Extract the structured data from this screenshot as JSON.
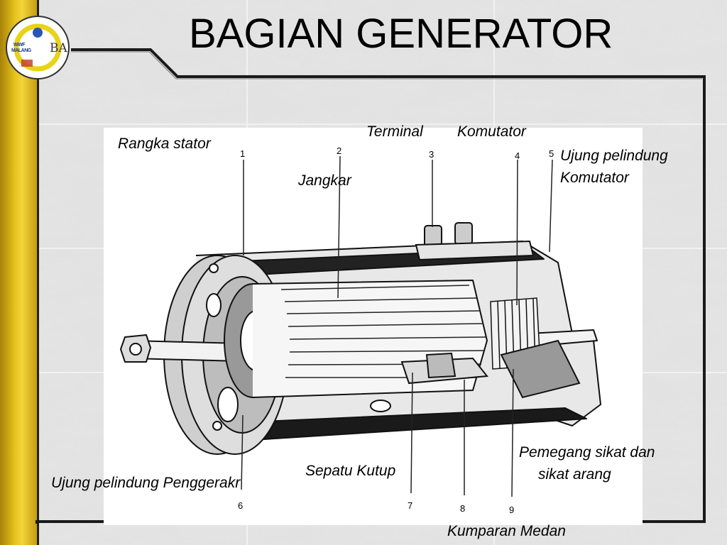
{
  "slide": {
    "title": "BAGIAN GENERATOR",
    "logo": {
      "badge": "WWF MALANG",
      "initials": "BA"
    }
  },
  "colors": {
    "accent_bar": "#e6c21c",
    "frame_border": "#1a1a1a",
    "diagram_bg": "#ffffff"
  },
  "diagram": {
    "labels": [
      {
        "id": "rangka-stator",
        "text": "Rangka stator"
      },
      {
        "id": "jangkar",
        "text": "Jangkar"
      },
      {
        "id": "terminal",
        "text": "Terminal"
      },
      {
        "id": "komutator",
        "text": "Komutator"
      },
      {
        "id": "ujung-pelindung-komutator-1",
        "text": "Ujung pelindung"
      },
      {
        "id": "ujung-pelindung-komutator-2",
        "text": "Komutator"
      },
      {
        "id": "pemegang-sikat-1",
        "text": "Pemegang sikat dan"
      },
      {
        "id": "pemegang-sikat-2",
        "text": "sikat arang"
      },
      {
        "id": "sepatu-kutup",
        "text": "Sepatu Kutup"
      },
      {
        "id": "ujung-pelindung-penggerak",
        "text": "Ujung pelindung Penggerakr"
      },
      {
        "id": "kumparan-medan",
        "text": "Kumparan Medan"
      }
    ],
    "numbers": [
      "1",
      "2",
      "3",
      "4",
      "5",
      "6",
      "7",
      "8",
      "9"
    ]
  }
}
